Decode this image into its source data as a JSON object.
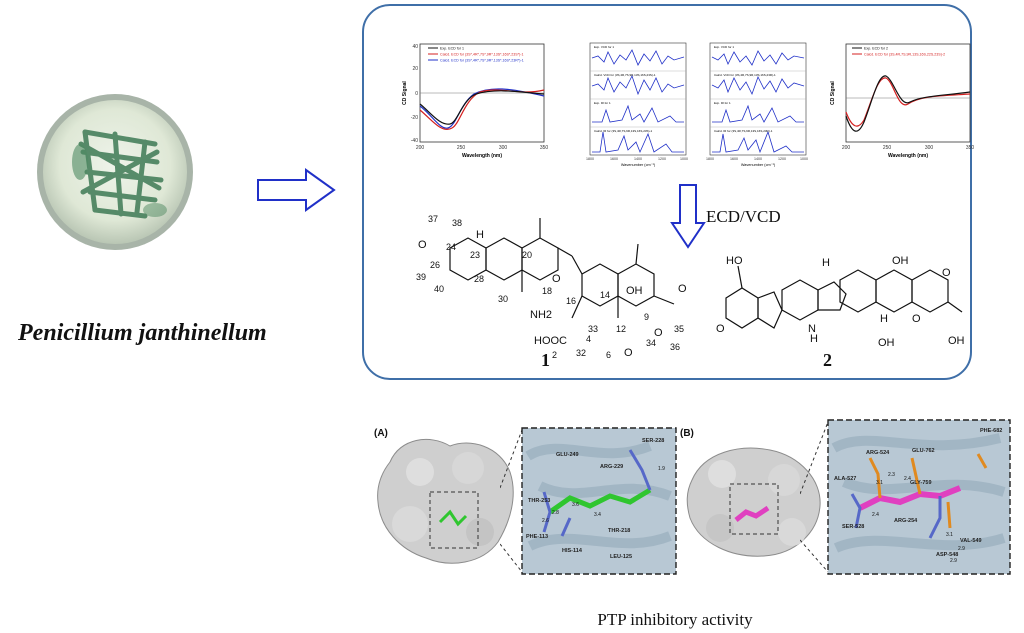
{
  "organism": {
    "name": "Penicillium janthinellum"
  },
  "method_label": "ECD/VCD",
  "compounds": [
    {
      "label": "1",
      "atom_numbers": [
        "37",
        "38",
        "24",
        "23",
        "26",
        "39",
        "40",
        "28",
        "20",
        "18",
        "30",
        "16",
        "14",
        "12",
        "33",
        "4",
        "9",
        "35",
        "2",
        "32",
        "6",
        "34",
        "36"
      ],
      "groups": [
        "O",
        "H",
        "O",
        "OH",
        "O",
        "NH2",
        "HOOC",
        "O",
        "O"
      ]
    },
    {
      "label": "2",
      "groups": [
        "HO",
        "H",
        "OH",
        "O",
        "O",
        "N",
        "H",
        "OH",
        "H",
        "OH",
        "O"
      ]
    }
  ],
  "ecd_left": {
    "legend": [
      "Exp. ECD for 1",
      "Calcd. ECD for (3S*,4R*,7S*,9R*,13S*,16S*,23S*)-1",
      "Calcd. ECD for (3S*,4R*,7S*,9R*,13S*,16S*,23R*)-1"
    ],
    "ylabel": "CD Signal",
    "xlabel": "Wavelength (nm)",
    "xticks": [
      "200",
      "250",
      "300",
      "350"
    ],
    "yticks": [
      "40",
      "20",
      "0",
      "-20",
      "-40"
    ],
    "colors": [
      "#111111",
      "#d42020",
      "#2030c8"
    ]
  },
  "vcd_panels": {
    "left_titles": [
      "Exp. VCD for 1",
      "Calcd. VCD for (3S,4R,7S,9R,13S,16S,23S)-1",
      "Exp. IR for 1",
      "Calcd. IR for (3S,4R,7S,9R,13S,16S,23S)-1"
    ],
    "right_titles": [
      "Exp. VCD for 1",
      "Calcd. VCD for (3S,4R,7S,9R,13S,16S,23R)-1",
      "Exp. IR for 1",
      "Calcd. IR for (3S,4R,7S,9R,13S,16S,23R)-1"
    ],
    "xlabel": "Wavenumber (cm⁻¹)",
    "xticks": [
      "1800",
      "1600",
      "1400",
      "1200",
      "1000"
    ]
  },
  "ecd_right": {
    "legend": [
      "Exp. ECD for 2",
      "Calcd. ECD for (3S,4R,7S,9R,13S,16S,22S,23S)-2"
    ],
    "ylabel": "CD Signal",
    "xlabel": "Wavelength (nm)",
    "xticks": [
      "200",
      "250",
      "300",
      "350"
    ],
    "colors": [
      "#111111",
      "#d42020"
    ]
  },
  "docking": {
    "panel_a": {
      "letter": "(A)",
      "residues": [
        "GLU-249",
        "SER-228",
        "ARG-229",
        "THR-253",
        "THR-218",
        "PHE-113",
        "HIS-114",
        "LEU-125"
      ],
      "distances": [
        "1.9",
        "2.6",
        "3.6",
        "2.8",
        "3.4"
      ]
    },
    "panel_b": {
      "letter": "(B)",
      "residues": [
        "PHE-682",
        "GLU-762",
        "ARG-524",
        "ALA-527",
        "GLY-759",
        "ARG-254",
        "SER-528",
        "VAL-549",
        "ASP-548"
      ],
      "distances": [
        "3.1",
        "2.3",
        "2.4",
        "2.4",
        "3.1",
        "2.9",
        "2.9"
      ]
    },
    "colors": {
      "ligand_a": "#2fc62f",
      "ligand_b": "#e040c0",
      "surface": "#cfcfcf",
      "frame": "#222222"
    }
  },
  "caption": "PTP inhibitory activity"
}
